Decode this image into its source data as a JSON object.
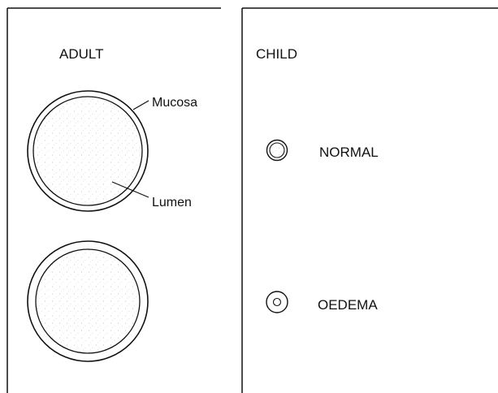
{
  "panels": {
    "left": {
      "title": "ADULT"
    },
    "right": {
      "title": "CHILD"
    }
  },
  "annotations": {
    "mucosa": "Mucosa",
    "lumen": "Lumen"
  },
  "child_states": {
    "normal": "NORMAL",
    "oedema": "OEDEMA"
  },
  "colors": {
    "stroke": "#111111",
    "stipple": "#9a9a9a",
    "background": "#ffffff"
  }
}
